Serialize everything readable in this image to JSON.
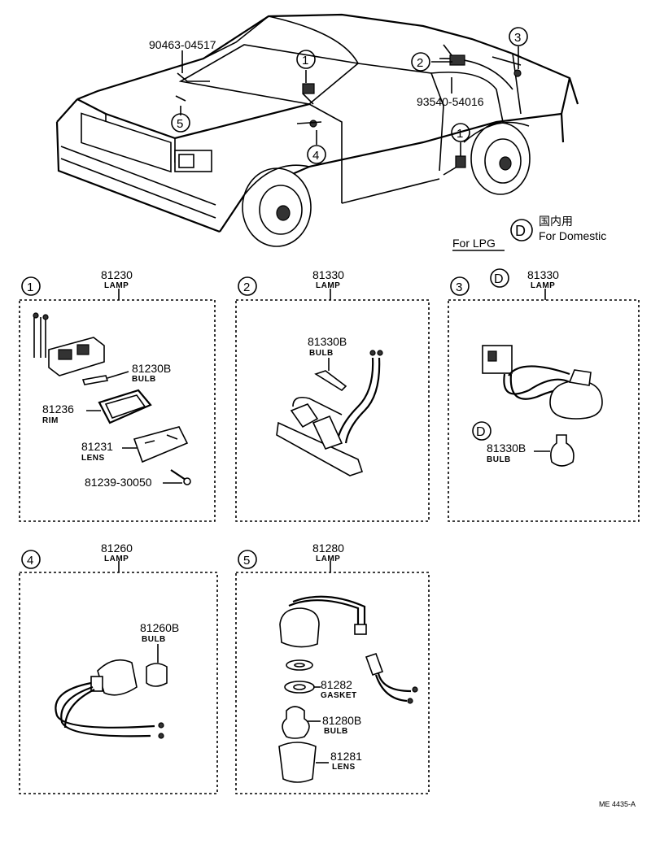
{
  "car": {
    "part_a": "90463-04517",
    "part_b": "93540-54016",
    "callouts": [
      "1",
      "2",
      "3",
      "4",
      "5",
      "1"
    ],
    "legend_lpg": "For LPG",
    "legend_symbol": "D",
    "legend_jp": "国内用",
    "legend_domestic": "For Domestic"
  },
  "panels": [
    {
      "num": "1",
      "part": "81230",
      "sub": "LAMP",
      "items": [
        {
          "part": "81230B",
          "sub": "BULB"
        },
        {
          "part": "81236",
          "sub": "RIM"
        },
        {
          "part": "81231",
          "sub": "LENS"
        },
        {
          "part": "81239-30050",
          "sub": ""
        }
      ]
    },
    {
      "num": "2",
      "part": "81330",
      "sub": "LAMP",
      "items": [
        {
          "part": "81330B",
          "sub": "BULB"
        }
      ]
    },
    {
      "num": "3",
      "mark": "D",
      "part": "81330",
      "sub": "LAMP",
      "items": [
        {
          "part": "81330B",
          "sub": "BULB",
          "mark": "D"
        }
      ]
    },
    {
      "num": "4",
      "part": "81260",
      "sub": "LAMP",
      "items": [
        {
          "part": "81260B",
          "sub": "BULB"
        }
      ]
    },
    {
      "num": "5",
      "part": "81280",
      "sub": "LAMP",
      "items": [
        {
          "part": "81282",
          "sub": "GASKET"
        },
        {
          "part": "81280B",
          "sub": "BULB"
        },
        {
          "part": "81281",
          "sub": "LENS"
        }
      ]
    }
  ],
  "code": "ME 4435-A"
}
